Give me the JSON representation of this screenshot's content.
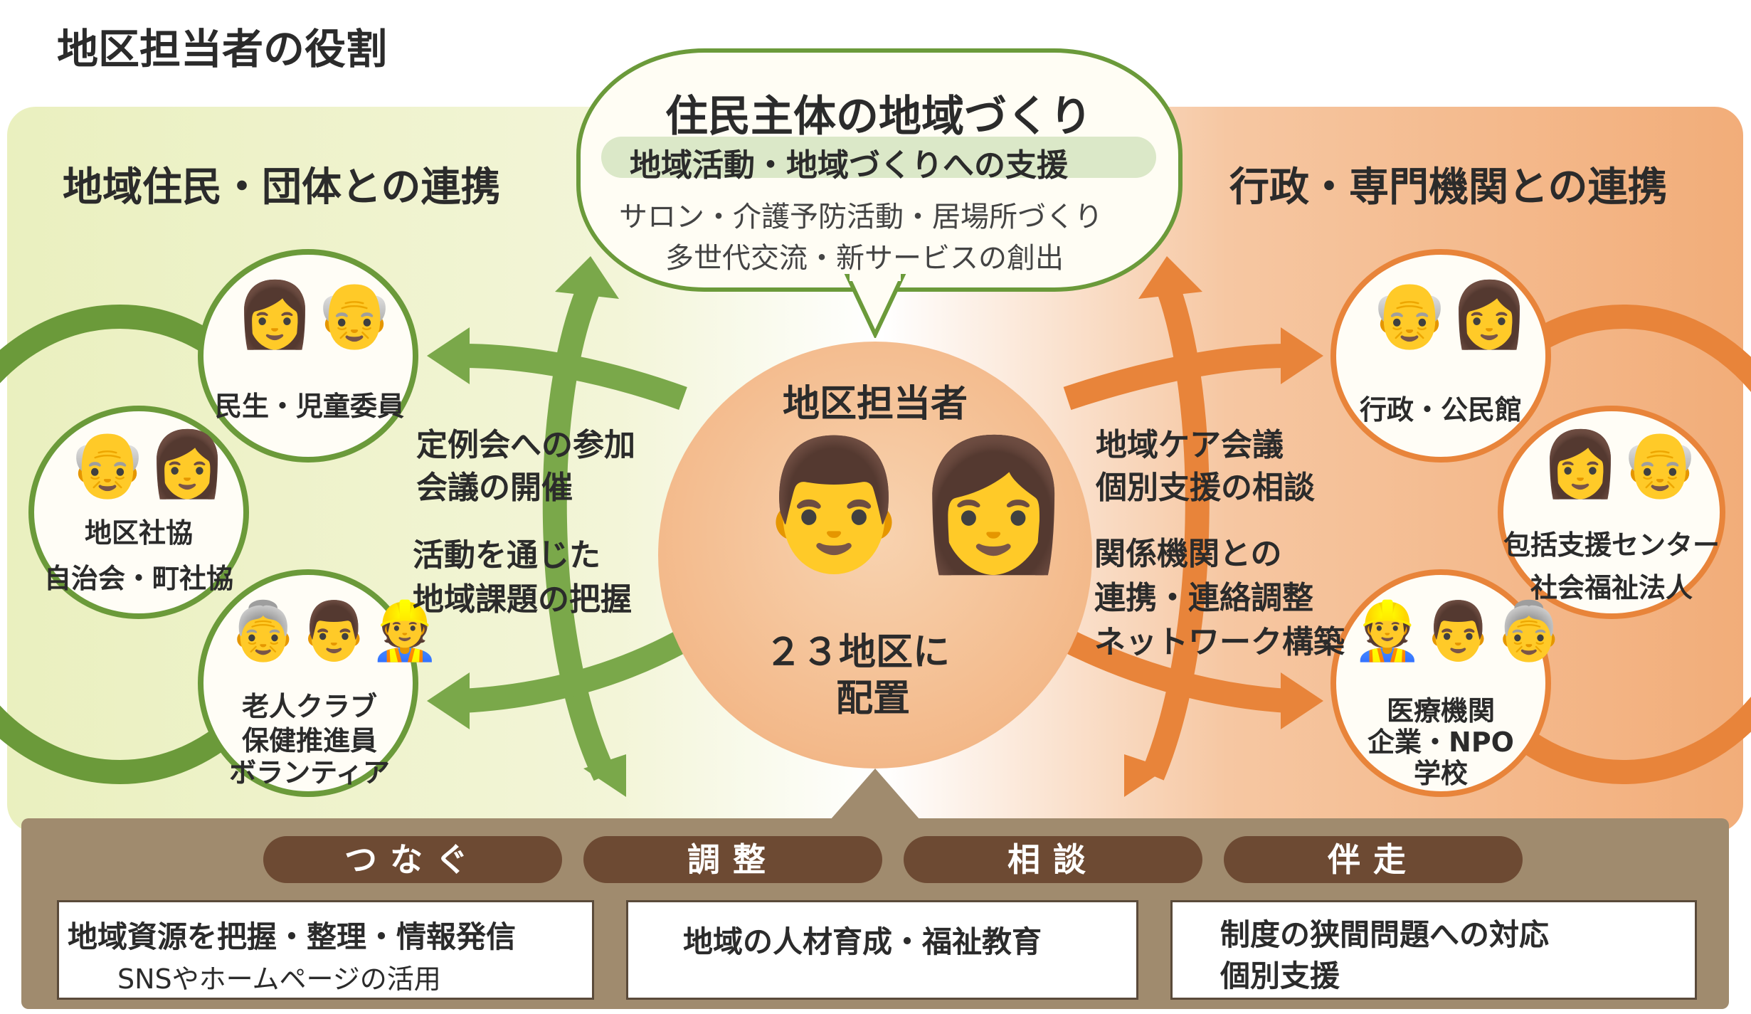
{
  "page_title": "地区担当者の役割",
  "left_panel": {
    "title": "地域住民・団体との連携"
  },
  "right_panel": {
    "title": "行政・専門機関との連携"
  },
  "top_bubble": {
    "title": "住民主体の地域づくり",
    "subtitle": "地域活動・地域づくりへの支援",
    "line1": "サロン・介護予防活動・居場所づくり",
    "line2": "多世代交流・新サービスの創出"
  },
  "left_nodes": {
    "minsei": "民生・児童委員",
    "chikushakyo_1": "地区社協",
    "chikushakyo_2": "自治会・町社協",
    "rojin_1": "老人クラブ",
    "rojin_2": "保健推進員",
    "rojin_3": "ボランティア"
  },
  "right_nodes": {
    "gyosei": "行政・公民館",
    "hokatsu_1": "包括支援センター",
    "hokatsu_2": "社会福祉法人",
    "iryo_1": "医療機関",
    "iryo_2": "企業・NPO",
    "iryo_3": "学校"
  },
  "left_text": {
    "a1": "定例会への参加",
    "a2": "会議の開催",
    "b1": "活動を通じた",
    "b2": "地域課題の把握"
  },
  "right_text": {
    "a1": "地域ケア会議",
    "a2": "個別支援の相談",
    "b1": "関係機関との",
    "b2": "連携・連絡調整",
    "b3": "ネットワーク構築"
  },
  "center": {
    "title": "地区担当者",
    "sub1": "２３地区に",
    "sub2": "配置"
  },
  "tabs": [
    "つなぐ",
    "調整",
    "相談",
    "伴走"
  ],
  "boxes": {
    "box1_main": "地域資源を把握・整理・情報発信",
    "box1_sub": "SNSやホームページの活用",
    "box2_main": "地域の人材育成・福祉教育",
    "box3_line1": "制度の狭間問題への対応",
    "box3_line2": "個別支援"
  },
  "colors": {
    "green": "#6b9a3a",
    "left_bg": "#eef2c9",
    "orange": "#e8843a",
    "right_bg": "#f7c9a4",
    "brown": "#6d4a33",
    "base": "#a08b6e"
  }
}
